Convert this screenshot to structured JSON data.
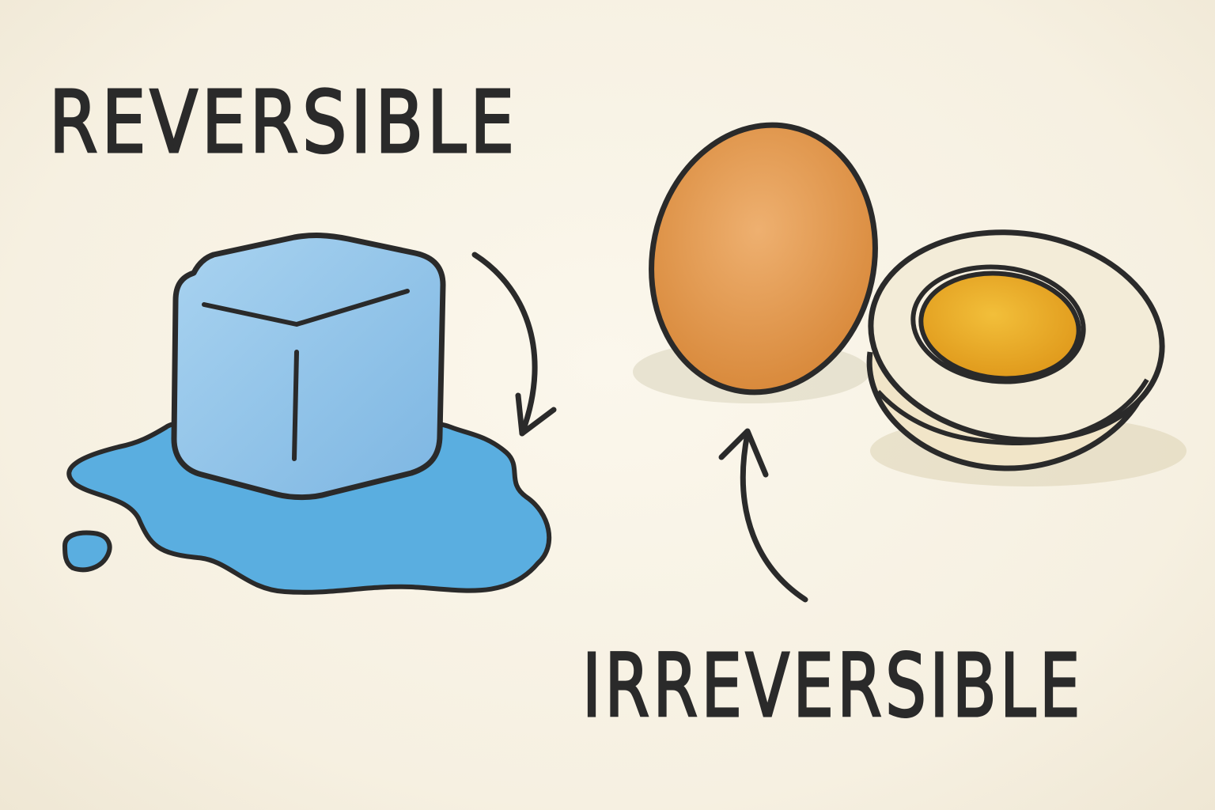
{
  "labels": {
    "reversible": "REVERSIBLE",
    "irreversible": "IRREVERSIBLE"
  },
  "illustrations": {
    "left": "melting-ice-cube",
    "right_whole": "whole-egg",
    "right_cut": "halved-boiled-egg"
  },
  "colors": {
    "background": "#f8f3e6",
    "ice": "#8fc3e8",
    "water": "#5aaee0",
    "egg_shell": "#e39a4e",
    "egg_white": "#f3e9d2",
    "egg_yolk": "#eaa726",
    "ink": "#2a2a2a"
  }
}
